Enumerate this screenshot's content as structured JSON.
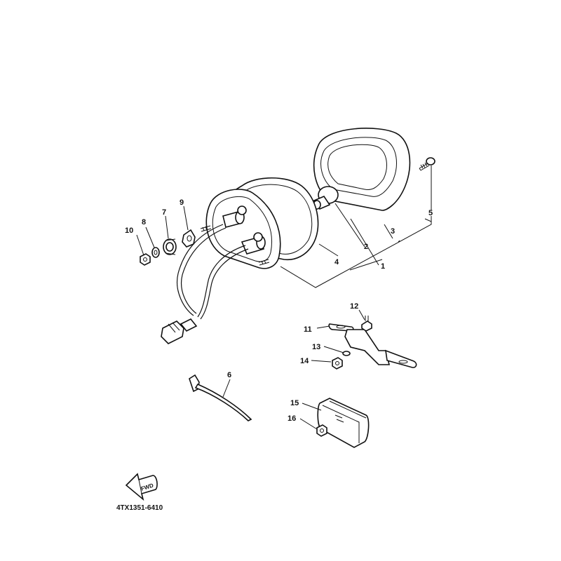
{
  "diagram": {
    "callouts": [
      {
        "id": "1",
        "text": "1"
      },
      {
        "id": "2",
        "text": "2"
      },
      {
        "id": "3",
        "text": "3"
      },
      {
        "id": "4",
        "text": "4"
      },
      {
        "id": "5",
        "text": "5"
      },
      {
        "id": "6",
        "text": "6"
      },
      {
        "id": "7",
        "text": "7"
      },
      {
        "id": "8",
        "text": "8"
      },
      {
        "id": "9",
        "text": "9"
      },
      {
        "id": "10",
        "text": "10"
      },
      {
        "id": "11",
        "text": "11"
      },
      {
        "id": "12",
        "text": "12"
      },
      {
        "id": "13",
        "text": "13"
      },
      {
        "id": "14",
        "text": "14"
      },
      {
        "id": "15",
        "text": "15"
      },
      {
        "id": "16",
        "text": "16"
      }
    ],
    "fwd_label": "FWD",
    "drawing_code": "4TX1351-6410"
  }
}
